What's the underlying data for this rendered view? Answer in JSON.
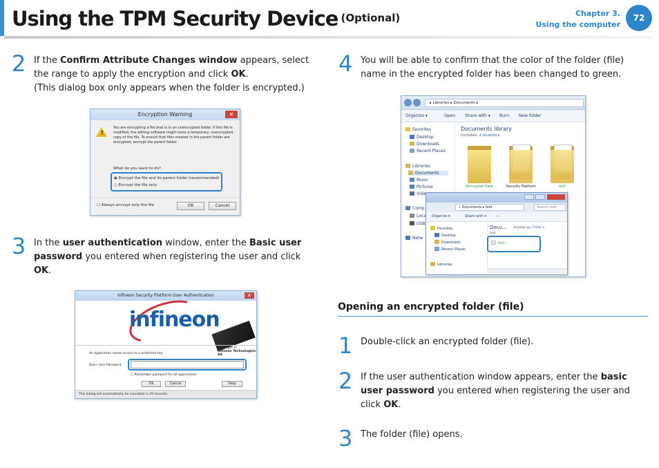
{
  "header": {
    "title": "Using the TPM Security Device",
    "title_suffix": "(Optional)",
    "chapter": "Chapter 3.",
    "chapter_sub": "Using the computer",
    "page_number": "72"
  },
  "left": {
    "step2": {
      "num": "2",
      "pre": "If the ",
      "bold1": "Confirm Attribute Changes window",
      "mid": " appears, select the range to apply the encryption and click ",
      "bold2": "OK",
      "post": ".",
      "note": "(This dialog box only appears when the folder is encrypted.)"
    },
    "dialog1": {
      "title": "Encryption Warning",
      "close": "✕",
      "warning": "You are encrypting a file that is in an unencrypted folder. If this file is modified, the editing software might store a temporary, unencrypted, copy of the file. To ensure that files created in the parent folder are encrypted, encrypt the parent folder.",
      "question": "What do you want to do?",
      "option1": "Encrypt the file and its parent folder (recommended)",
      "option2": "Encrypt the file only",
      "always": "Always encrypt only the file",
      "ok": "OK",
      "cancel": "Cancel"
    },
    "step3": {
      "num": "3",
      "pre": "In the ",
      "bold1": "user authentication",
      "mid": " window, enter the ",
      "bold2": "Basic user password",
      "post1": " you entered when registering the user and click ",
      "bold3": "OK",
      "post2": "."
    },
    "dialog2": {
      "title": "Infineon Security Platform User Authentication",
      "close": "✕",
      "logo": "infineon",
      "copyright": "Copyright ©",
      "company": "Infineon Technologies AG",
      "access_msg": "An application needs access to a protected key.",
      "pw_label": "Basic User Password:",
      "remember": "Remember password for all applications",
      "ok": "OK",
      "cancel": "Cancel",
      "help": "Help",
      "footer": "This dialog will automatically be cancelled in 29 seconds."
    }
  },
  "right": {
    "step4": {
      "num": "4",
      "text": "You will be able to confirm that the color of the folder (file) name in the encrypted folder has been changed to green."
    },
    "explorer": {
      "breadcrumb": "▸ Libraries ▸ Documents ▸",
      "tools": [
        "Organize ▾",
        "Open",
        "Share with ▾",
        "Burn",
        "New folder"
      ],
      "sidebar": [
        "Favorites",
        "Desktop",
        "Downloads",
        "Recent Places",
        "Libraries",
        "Documents",
        "Music",
        "Pictures",
        "Vide",
        "Comp",
        "Loca",
        "USB",
        "Netw"
      ],
      "lib_title": "Documents library",
      "lib_includes": "Includes:",
      "lib_locations": "2 locations",
      "folders": [
        "Encrypted Data",
        "Security Platform",
        "test"
      ],
      "inner": {
        "breadcrumb": "« Documents ▸ test",
        "search": "Search test",
        "tools": [
          "Organize ▾",
          "Share with ▾",
          "»"
        ],
        "sidebar": [
          "Favorites",
          "Desktop",
          "Downloads",
          "Recent Places",
          "Libraries"
        ],
        "docu": "Docu...",
        "docu_sub": "test",
        "arrange": "Arrange by:",
        "arrange_val": "Folder ▾",
        "file": "test"
      }
    },
    "section": "Opening an encrypted folder (file)",
    "s1": {
      "num": "1",
      "text": "Double-click an encrypted folder (file)."
    },
    "s2": {
      "num": "2",
      "pre": "If the user authentication window appears, enter the ",
      "bold1": "basic user password",
      "mid": " you entered when registering the user and click ",
      "bold2": "OK",
      "post": "."
    },
    "s3": {
      "num": "3",
      "text": "The folder (file) opens."
    }
  },
  "colors": {
    "accent": "#2d86c9",
    "encrypted_green": "#2f9e3f"
  }
}
